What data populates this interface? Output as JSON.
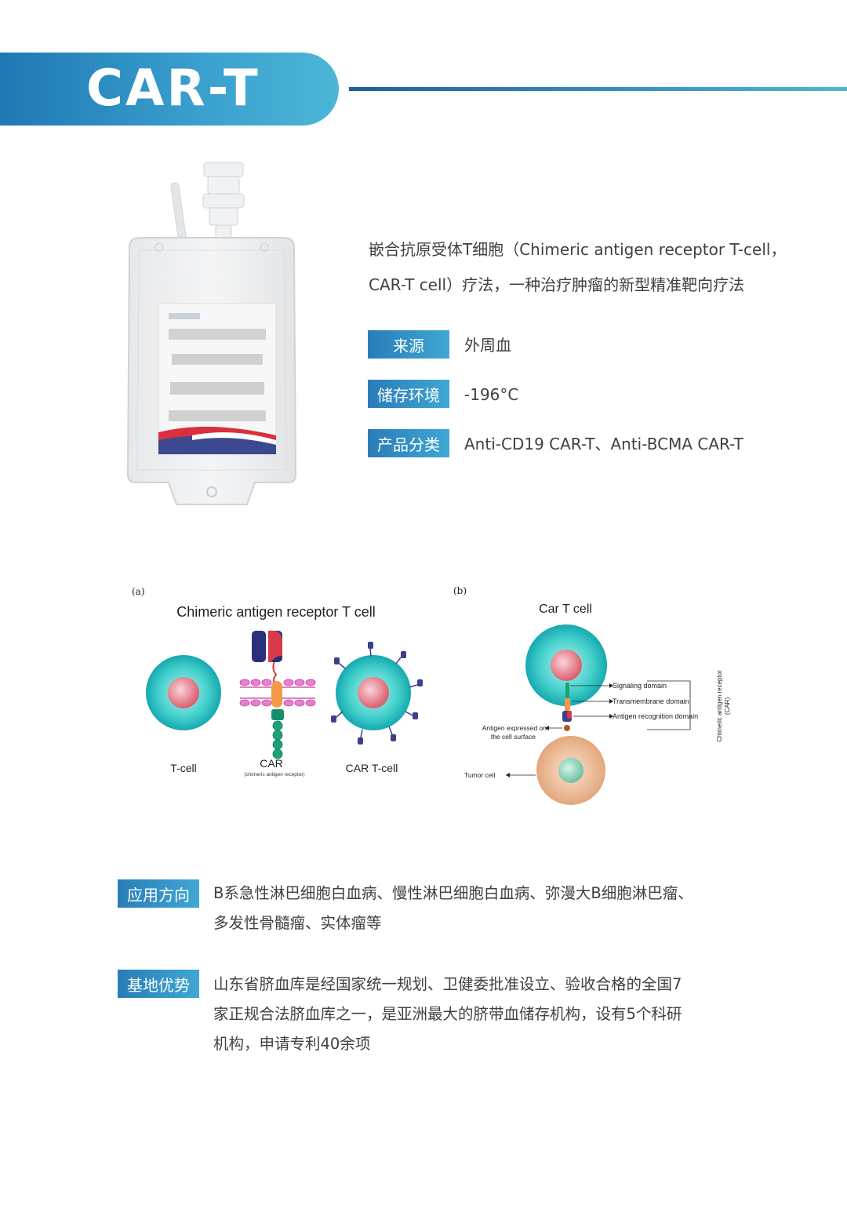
{
  "header": {
    "title": "CAR-T"
  },
  "intro": {
    "line1": "嵌合抗原受体T细胞（Chimeric antigen receptor T-cell，",
    "line2": "CAR-T cell）疗法，一种治疗肿瘤的新型精准靶向疗法"
  },
  "specs": [
    {
      "label": "来源",
      "value": "外周血"
    },
    {
      "label": "储存环境",
      "value": "-196°C"
    },
    {
      "label": "产品分类",
      "value": "Anti-CD19 CAR-T、Anti-BCMA CAR-T"
    }
  ],
  "diagram_a": {
    "panel": "(a)",
    "title": "Chimeric antigen receptor T cell",
    "label_tcell": "T-cell",
    "label_car": "CAR",
    "label_car_sub": "(chimeric antigen receptor)",
    "label_cart": "CAR T-cell"
  },
  "diagram_b": {
    "panel": "(b)",
    "title": "Car T cell",
    "signaling": "Signaling domain",
    "transmembrane": "Transmembrane domain",
    "recognition": "Antigen recognition domain",
    "antigen_line1": "Antigen expressed on",
    "antigen_line2": "the cell surface",
    "tumor": "Tumor cell",
    "bracket_line1": "Chimeric antigen receptor",
    "bracket_line2": "(CAR)"
  },
  "sections": [
    {
      "label": "应用方向",
      "lines": [
        "B系急性淋巴细胞白血病、慢性淋巴细胞白血病、弥漫大B细胞淋巴瘤、",
        "多发性骨髓瘤、实体瘤等"
      ]
    },
    {
      "label": "基地优势",
      "lines": [
        "山东省脐血库是经国家统一规划、卫健委批准设立、验收合格的全国7",
        "家正规合法脐血库之一，是亚洲最大的脐带血储存机构，设有5个科研",
        "机构，申请专利40余项"
      ]
    }
  ],
  "colors": {
    "accent": "#2a7cb8",
    "accent_light": "#4cb6d6",
    "cell_cyan": "#2ec4c4",
    "nucleus": "#e0737f"
  }
}
